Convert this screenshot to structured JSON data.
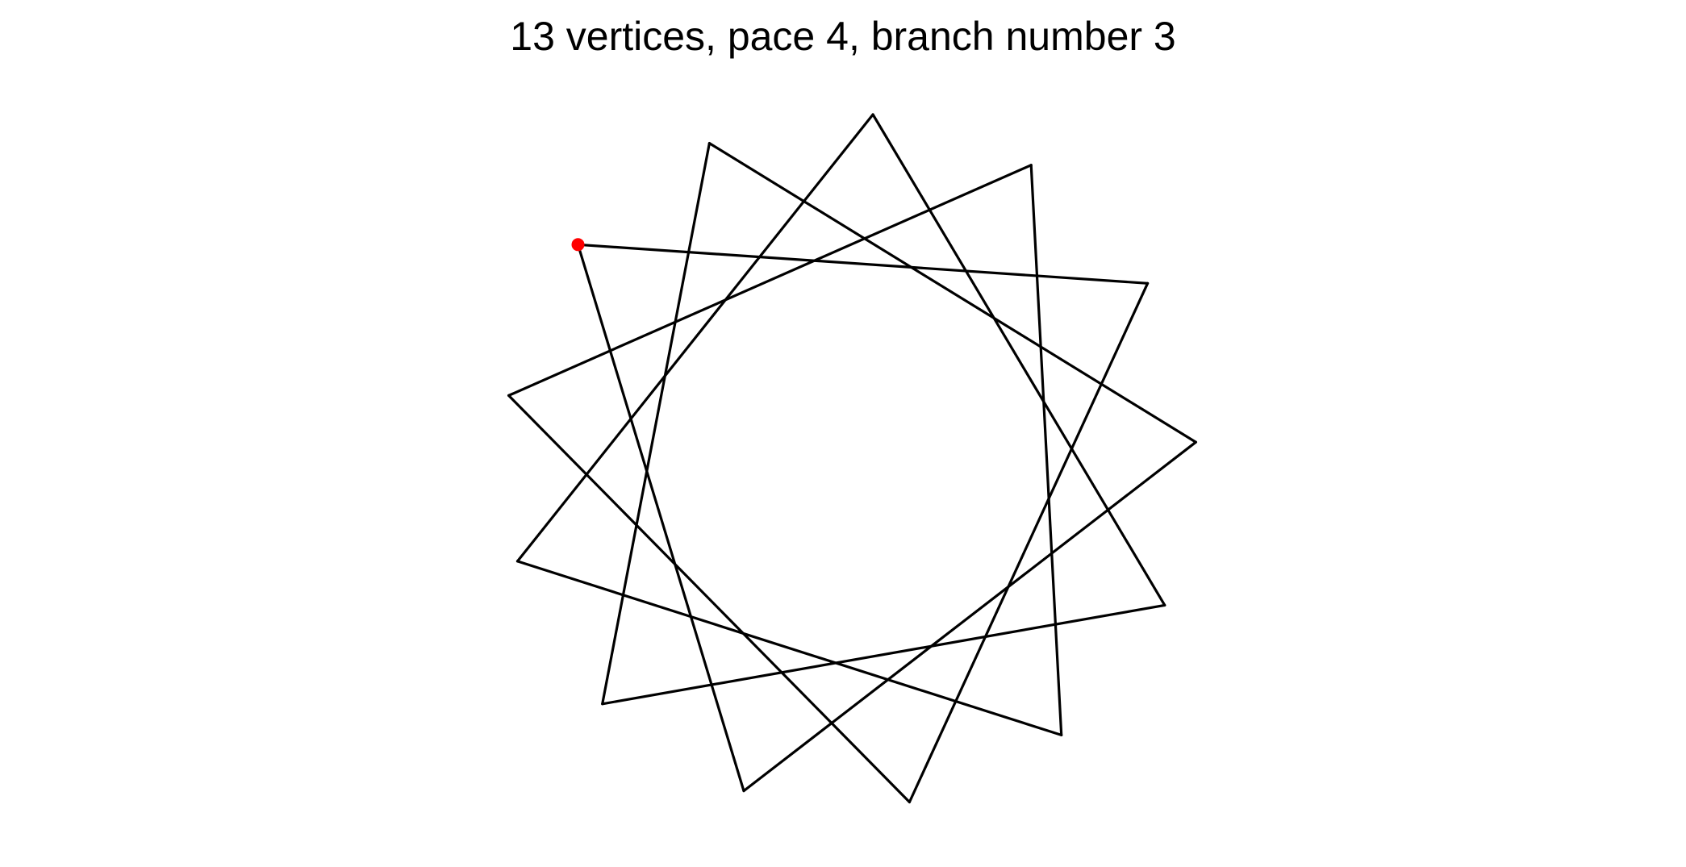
{
  "title": "13 vertices, pace 4, branch number 3",
  "polygon": {
    "vertices": 13,
    "pace": 4,
    "start_vertex": 0
  },
  "colors": {
    "background": "#ffffff",
    "line": "#000000",
    "start_marker": "#ff0000",
    "title": "#000000"
  }
}
